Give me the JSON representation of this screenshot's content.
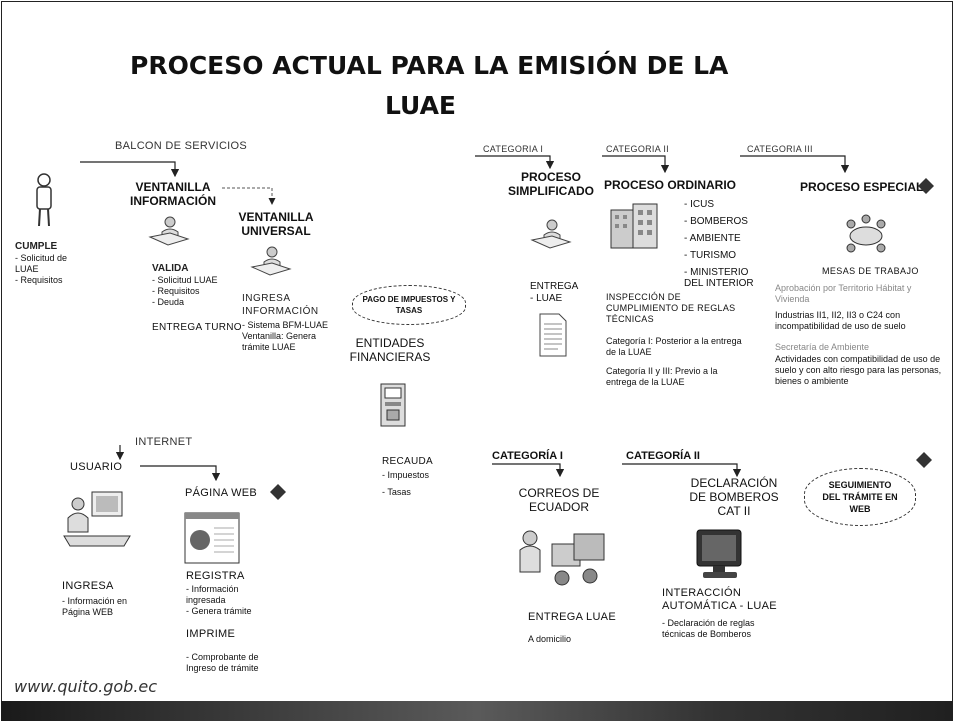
{
  "title": {
    "line1": "PROCESO ACTUAL PARA LA EMISIÓN DE LA",
    "line2": "LUAE"
  },
  "balcon": {
    "label": "BALCON DE SERVICIOS",
    "cumple": {
      "title": "CUMPLE",
      "items": [
        "Solicitud de LUAE",
        "Requisitos"
      ]
    },
    "ventanilla_info": {
      "title_l1": "VENTANILLA",
      "title_l2": "INFORMACIÓN"
    },
    "valida": {
      "title": "VALIDA",
      "items": [
        "Solicitud LUAE",
        "Requisitos",
        "Deuda"
      ],
      "turno": "ENTREGA TURNO"
    },
    "ventanilla_universal": {
      "title_l1": "VENTANILLA",
      "title_l2": "UNIVERSAL"
    },
    "ingresa": {
      "title_l1": "INGRESA",
      "title_l2": "INFORMACIÓN",
      "items": [
        "Sistema BFM-LUAE Ventanilla: Genera trámite LUAE"
      ]
    }
  },
  "financial": {
    "cloud": "PAGO DE IMPUESTOS Y TASAS",
    "title_l1": "ENTIDADES",
    "title_l2": "FINANCIERAS",
    "recauda": "RECAUDA",
    "items": [
      "Impuestos",
      "Tasas"
    ]
  },
  "cat1": {
    "label": "CATEGORIA I",
    "title_l1": "PROCESO",
    "title_l2": "SIMPLIFICADO",
    "entrega_l1": "ENTREGA",
    "entrega_l2": "- LUAE"
  },
  "cat2": {
    "label": "CATEGORIA II",
    "title": "PROCESO ORDINARIO",
    "items": [
      "ICUS",
      "BOMBEROS",
      "AMBIENTE",
      "TURISMO",
      "MINISTERIO DEL INTERIOR"
    ],
    "inspeccion": "INSPECCIÓN DE CUMPLIMIENTO DE REGLAS TÉCNICAS",
    "note1": "Categoría I: Posterior a la entrega de la LUAE",
    "note2": "Categoría II y III: Previo a la entrega de la LUAE"
  },
  "cat3": {
    "label": "CATEGORIA III",
    "title": "PROCESO ESPECIAL",
    "mesas": "MESAS DE TRABAJO",
    "sub1": "Aprobación por Territorio Hábitat y Vivienda",
    "text1": "Industrias II1, II2, II3 o C24 con incompatibilidad de uso de suelo",
    "sub2": "Secretaría de Ambiente",
    "text2": "Actividades con compatibilidad de uso de suelo y con alto riesgo para las personas, bienes o ambiente"
  },
  "internet": {
    "label": "INTERNET",
    "usuario": "USUARIO",
    "pagina": "PÁGINA WEB",
    "ingresa": "INGRESA",
    "ingresa_items": [
      "Información en Página WEB"
    ],
    "registra": "REGISTRA",
    "registra_items": [
      "Información ingresada",
      "Genera trámite"
    ],
    "imprime": "IMPRIME",
    "imprime_items": [
      "Comprobante de Ingreso de trámite"
    ]
  },
  "bottom": {
    "cat1_label": "CATEGORÍA I",
    "cat2_label": "CATEGORÍA II",
    "correos_l1": "CORREOS DE",
    "correos_l2": "ECUADOR",
    "entrega": "ENTREGA LUAE",
    "domicilio": "A domicilio",
    "declaracion_l1": "DECLARACIÓN",
    "declaracion_l2": "DE BOMBEROS",
    "declaracion_l3": "CAT II",
    "interaccion_l1": "INTERACCIÓN",
    "interaccion_l2": "AUTOMÁTICA - LUAE",
    "interaccion_items": [
      "Declaración de reglas técnicas de Bomberos"
    ],
    "seguimiento": "SEGUIMIENTO DEL TRÁMITE EN WEB"
  },
  "footer": {
    "url": "www.quito.gob.ec"
  }
}
